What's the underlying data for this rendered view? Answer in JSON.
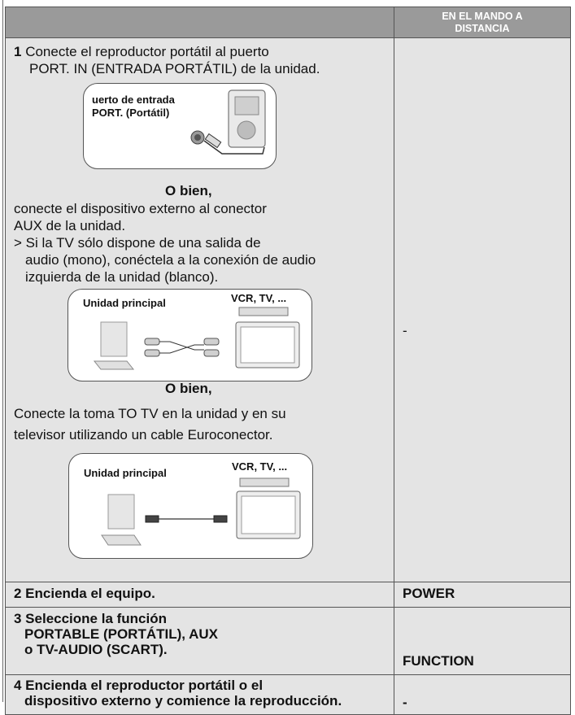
{
  "header": {
    "col2_line1": "EN EL MANDO A",
    "col2_line2": "DISTANCIA"
  },
  "step1": {
    "number": "1",
    "line1": "Conecte el reproductor portátil al puerto",
    "line2": "PORT. IN (ENTRADA PORTÁTIL) de la unidad.",
    "port_label_line1": "uerto de entrada",
    "port_label_line2": "PORT. (Portátil)",
    "or1": "O bien,",
    "aux_line1": "conecte el dispositivo externo al conector",
    "aux_line2": "AUX de la unidad.",
    "note_line1": "> Si la TV sólo dispone de una salida de",
    "note_line2": "audio (mono), conéctela a la conexión de audio",
    "note_line3": "izquierda de la unidad (blanco).",
    "diagram2_left": "Unidad principal",
    "diagram2_right": "VCR, TV, ...",
    "or2": "O bien,",
    "scart_line1": "Conecte la toma TO TV en la unidad y en su",
    "scart_line2": "televisor utilizando un cable Euroconector.",
    "diagram3_left": "Unidad principal",
    "diagram3_right": "VCR, TV, ...",
    "remote": "-"
  },
  "step2": {
    "text": "2 Encienda el equipo.",
    "remote": "POWER"
  },
  "step3": {
    "line1": "3 Seleccione la función",
    "line2": "PORTABLE (PORTÁTIL), AUX",
    "line3": "o TV-AUDIO (SCART).",
    "remote": "FUNCTION"
  },
  "step4": {
    "line1": "4 Encienda el reproductor portátil o el",
    "line2": "dispositivo externo y comience la reproducción.",
    "remote": "-"
  },
  "colors": {
    "header_bg": "#9a9a9a",
    "row_bg": "#e4e4e4",
    "border": "#555555"
  }
}
